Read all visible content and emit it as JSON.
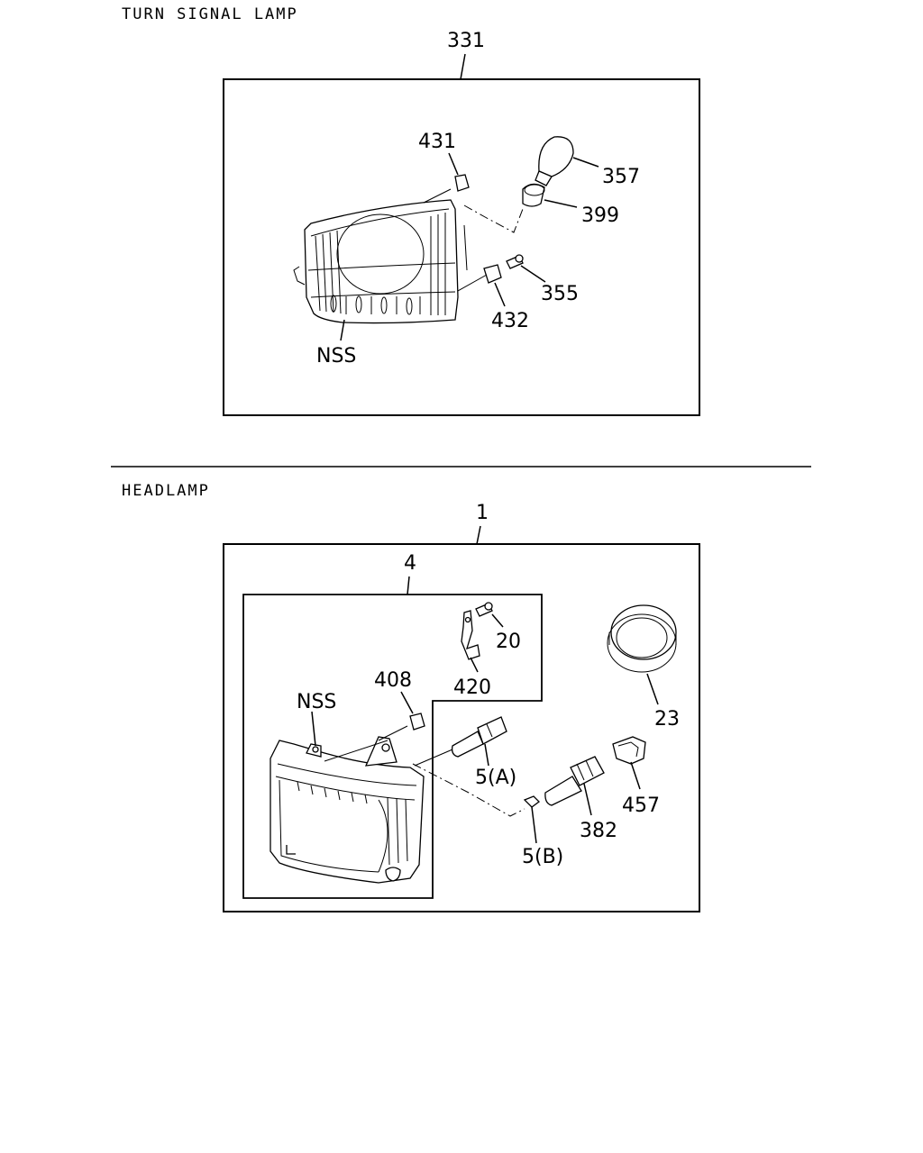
{
  "sections": {
    "turn_signal": {
      "title": "TURN SIGNAL LAMP",
      "assembly": "331",
      "parts": {
        "p431": "431",
        "p357": "357",
        "p399": "399",
        "p355": "355",
        "p432": "432",
        "nss": "NSS"
      }
    },
    "headlamp": {
      "title": "HEADLAMP",
      "assembly": "1",
      "subassembly": "4",
      "parts": {
        "p20": "20",
        "p420": "420",
        "p408": "408",
        "nss": "NSS",
        "p5a": "5(A)",
        "p5b": "5(B)",
        "p382": "382",
        "p457": "457",
        "p23": "23"
      }
    }
  }
}
